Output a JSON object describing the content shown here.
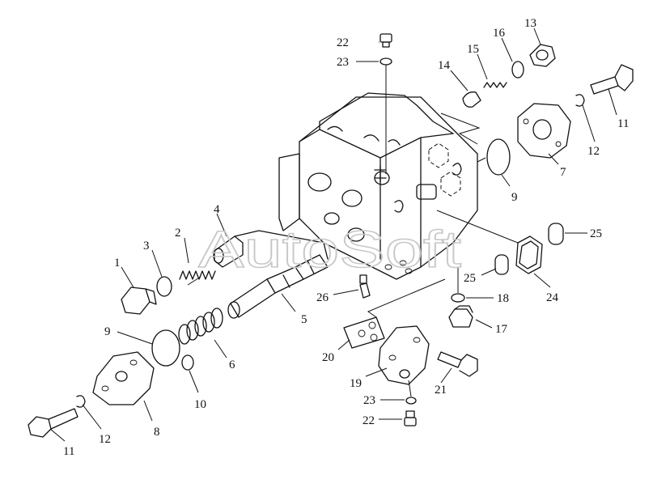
{
  "watermark": "AutoSoft",
  "callouts": [
    {
      "id": "c1",
      "label": "1"
    },
    {
      "id": "c2",
      "label": "2"
    },
    {
      "id": "c3",
      "label": "3"
    },
    {
      "id": "c4",
      "label": "4"
    },
    {
      "id": "c5",
      "label": "5"
    },
    {
      "id": "c6",
      "label": "6"
    },
    {
      "id": "c7",
      "label": "7"
    },
    {
      "id": "c8",
      "label": "8"
    },
    {
      "id": "c9a",
      "label": "9"
    },
    {
      "id": "c9b",
      "label": "9"
    },
    {
      "id": "c10",
      "label": "10"
    },
    {
      "id": "c11a",
      "label": "11"
    },
    {
      "id": "c11b",
      "label": "11"
    },
    {
      "id": "c12a",
      "label": "12"
    },
    {
      "id": "c12b",
      "label": "12"
    },
    {
      "id": "c13",
      "label": "13"
    },
    {
      "id": "c14",
      "label": "14"
    },
    {
      "id": "c15",
      "label": "15"
    },
    {
      "id": "c16",
      "label": "16"
    },
    {
      "id": "c17",
      "label": "17"
    },
    {
      "id": "c18",
      "label": "18"
    },
    {
      "id": "c19",
      "label": "19"
    },
    {
      "id": "c20",
      "label": "20"
    },
    {
      "id": "c21",
      "label": "21"
    },
    {
      "id": "c22a",
      "label": "22"
    },
    {
      "id": "c22b",
      "label": "22"
    },
    {
      "id": "c23a",
      "label": "23"
    },
    {
      "id": "c23b",
      "label": "23"
    },
    {
      "id": "c24",
      "label": "24"
    },
    {
      "id": "c25a",
      "label": "25"
    },
    {
      "id": "c25b",
      "label": "25"
    },
    {
      "id": "c26",
      "label": "26"
    }
  ]
}
